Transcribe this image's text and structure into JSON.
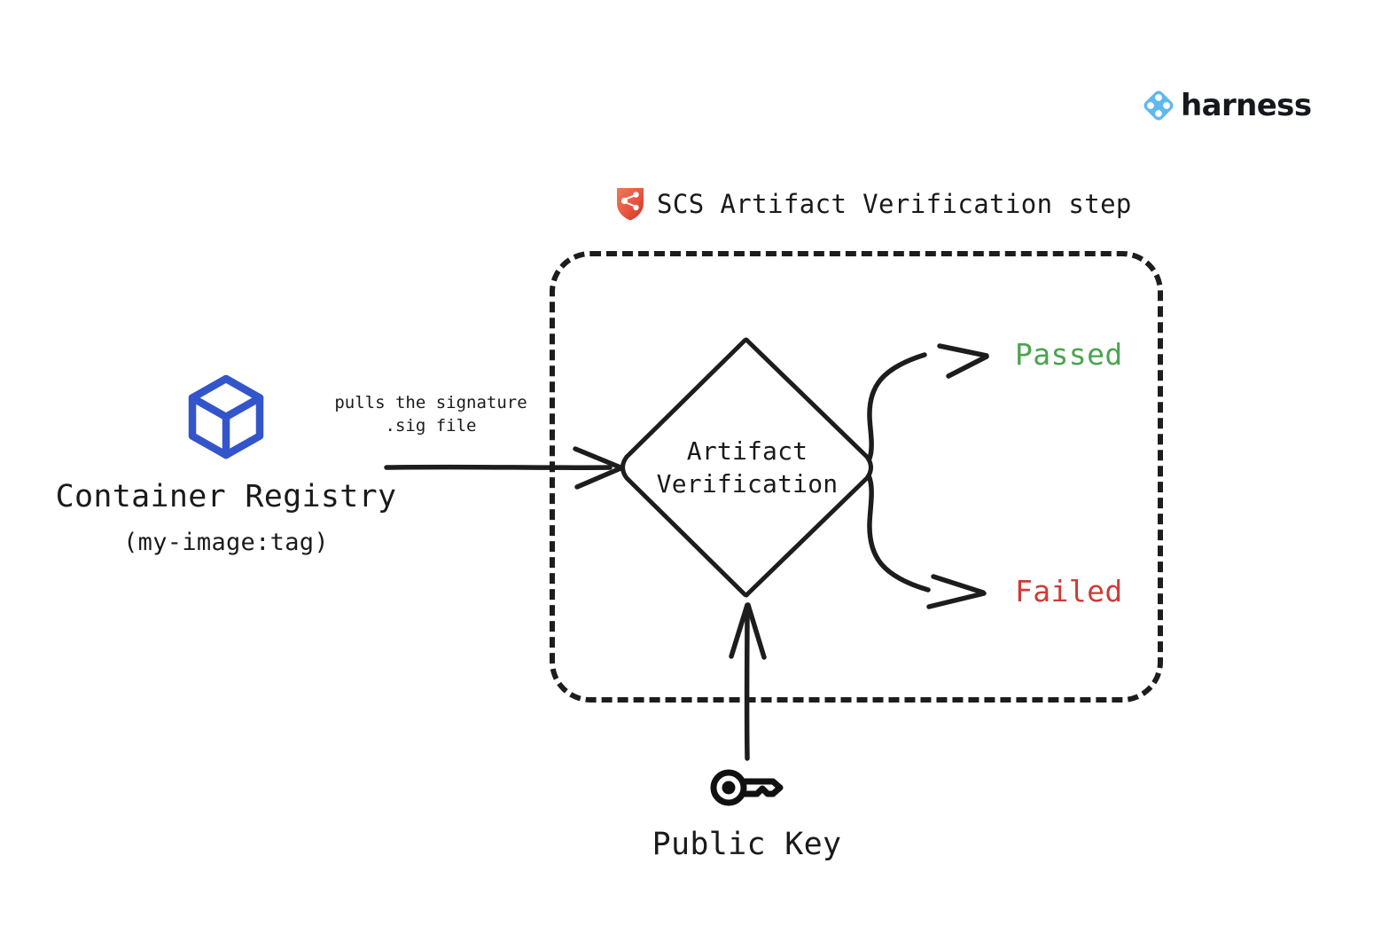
{
  "brand": {
    "name": "harness",
    "logo_icon": "harness-diamond-logo-icon",
    "color": "#5FB8ED",
    "wordmark_color": "#16181d"
  },
  "step": {
    "title": "SCS Artifact Verification step",
    "icon": "shield-supply-chain-icon",
    "icon_color": "#E8543F",
    "boundary_style": "dashed-rounded-rectangle"
  },
  "nodes": {
    "registry": {
      "icon": "cube-box-icon",
      "icon_color": "#3355CC",
      "label": "Container Registry",
      "sublabel": "(my-image:tag)"
    },
    "verification": {
      "shape": "diamond",
      "line1": "Artifact",
      "line2": "Verification"
    },
    "public_key": {
      "icon": "key-icon",
      "icon_color": "#111111",
      "label": "Public Key"
    }
  },
  "edges": {
    "pull_caption_line1": "pulls the signature",
    "pull_caption_line2": ".sig file"
  },
  "outcomes": [
    {
      "label": "Passed",
      "color": "#4BA350"
    },
    {
      "label": "Failed",
      "color": "#CE3B37"
    }
  ]
}
